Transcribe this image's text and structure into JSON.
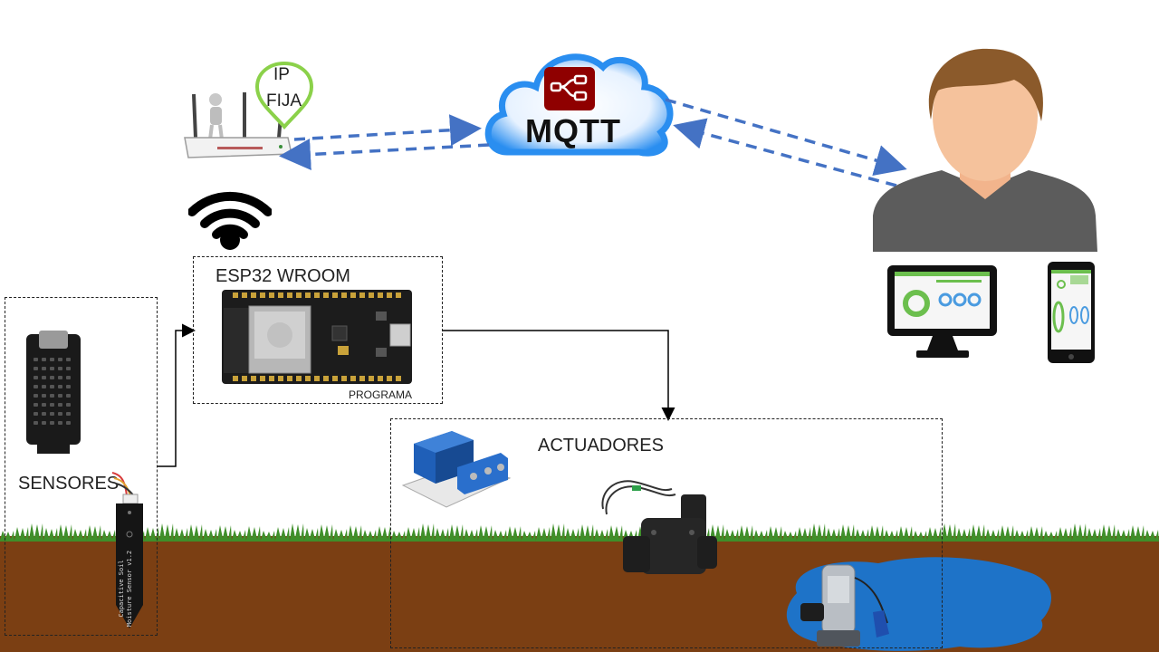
{
  "cloud": {
    "label": "MQTT"
  },
  "router": {
    "badge_line1": "IP",
    "badge_line2": "FIJA"
  },
  "esp32": {
    "title": "ESP32 WROOM",
    "footer": "PROGRAMA"
  },
  "sensors": {
    "label": "SENSORES",
    "soil_probe_text_1": "Capacitive Soil",
    "soil_probe_text_2": "Moisture Sensor v1.2"
  },
  "actuators": {
    "label": "ACTUADORES"
  },
  "colors": {
    "arrow_blue": "#4472c4",
    "soil": "#7b3f13",
    "grass": "#3f8f2a",
    "water": "#1e73c8",
    "cloud": "#2a8ef0",
    "badge": "#8bd14a"
  },
  "icons": [
    "router-icon",
    "wifi-icon",
    "cloud-icon",
    "node-red-icon",
    "user-avatar-icon",
    "monitor-icon",
    "phone-icon",
    "temperature-sensor-icon",
    "soil-sensor-icon",
    "esp32-board-icon",
    "relay-icon",
    "solenoid-valve-icon",
    "pump-icon"
  ]
}
